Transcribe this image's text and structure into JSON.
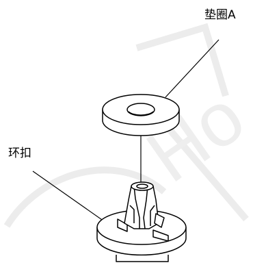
{
  "labels": {
    "washer": "垫圈A",
    "clip": "环扣"
  },
  "watermark": {
    "text": "Ho",
    "color": "#e8e8e8"
  },
  "colors": {
    "line": "#000000",
    "fill": "#ffffff"
  }
}
